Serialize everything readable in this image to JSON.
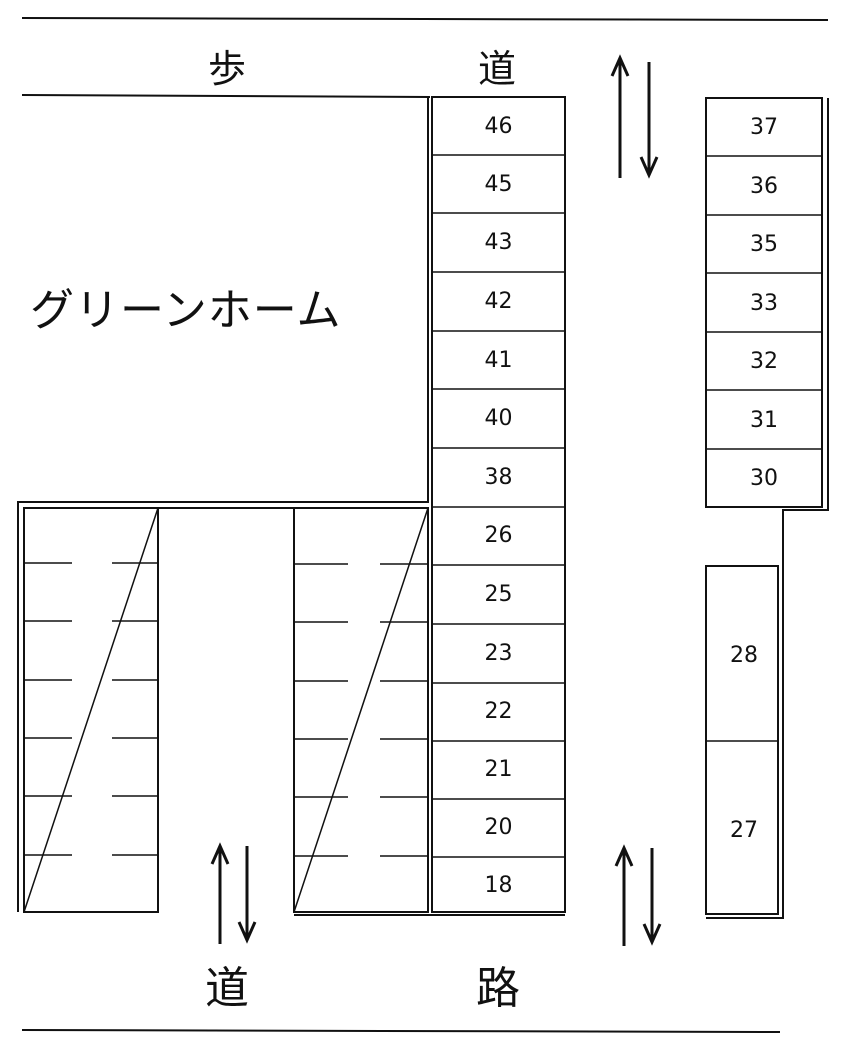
{
  "labels": {
    "top_sidewalk_left": "歩",
    "top_sidewalk_right": "道",
    "building": "グリーンホーム",
    "bottom_road_left": "道",
    "bottom_road_right": "路"
  },
  "center_column": [
    "46",
    "45",
    "43",
    "42",
    "41",
    "40",
    "38",
    "26",
    "25",
    "23",
    "22",
    "21",
    "20",
    "18"
  ],
  "right_column_top": [
    "37",
    "36",
    "35",
    "33",
    "32",
    "31",
    "30"
  ],
  "right_column_bottom": [
    "28",
    "27"
  ],
  "colors": {
    "line": "#111111",
    "background": "#ffffff"
  }
}
